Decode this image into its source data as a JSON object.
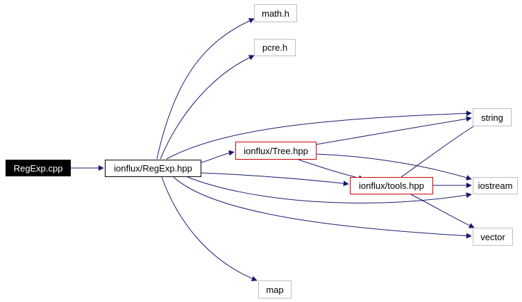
{
  "nodes": {
    "regexp_cpp": {
      "label": "RegExp.cpp"
    },
    "regexp_hpp": {
      "label": "ionflux/RegExp.hpp"
    },
    "tree_hpp": {
      "label": "ionflux/Tree.hpp"
    },
    "tools_hpp": {
      "label": "ionflux/tools.hpp"
    },
    "math_h": {
      "label": "math.h"
    },
    "pcre_h": {
      "label": "pcre.h"
    },
    "string": {
      "label": "string"
    },
    "iostream": {
      "label": "iostream"
    },
    "vector": {
      "label": "vector"
    },
    "map": {
      "label": "map"
    }
  },
  "edges": [
    [
      "regexp_cpp",
      "regexp_hpp"
    ],
    [
      "regexp_hpp",
      "math_h"
    ],
    [
      "regexp_hpp",
      "pcre_h"
    ],
    [
      "regexp_hpp",
      "string"
    ],
    [
      "regexp_hpp",
      "tree_hpp"
    ],
    [
      "regexp_hpp",
      "tools_hpp"
    ],
    [
      "regexp_hpp",
      "iostream"
    ],
    [
      "regexp_hpp",
      "vector"
    ],
    [
      "regexp_hpp",
      "map"
    ],
    [
      "tree_hpp",
      "string"
    ],
    [
      "tree_hpp",
      "tools_hpp"
    ],
    [
      "tree_hpp",
      "iostream"
    ],
    [
      "tools_hpp",
      "string"
    ],
    [
      "tools_hpp",
      "iostream"
    ],
    [
      "tools_hpp",
      "vector"
    ]
  ],
  "colors": {
    "edge": "#191970",
    "root_fill": "#000000",
    "highlight_border": "#cc0000",
    "leaf_border": "#bfbfbf"
  }
}
